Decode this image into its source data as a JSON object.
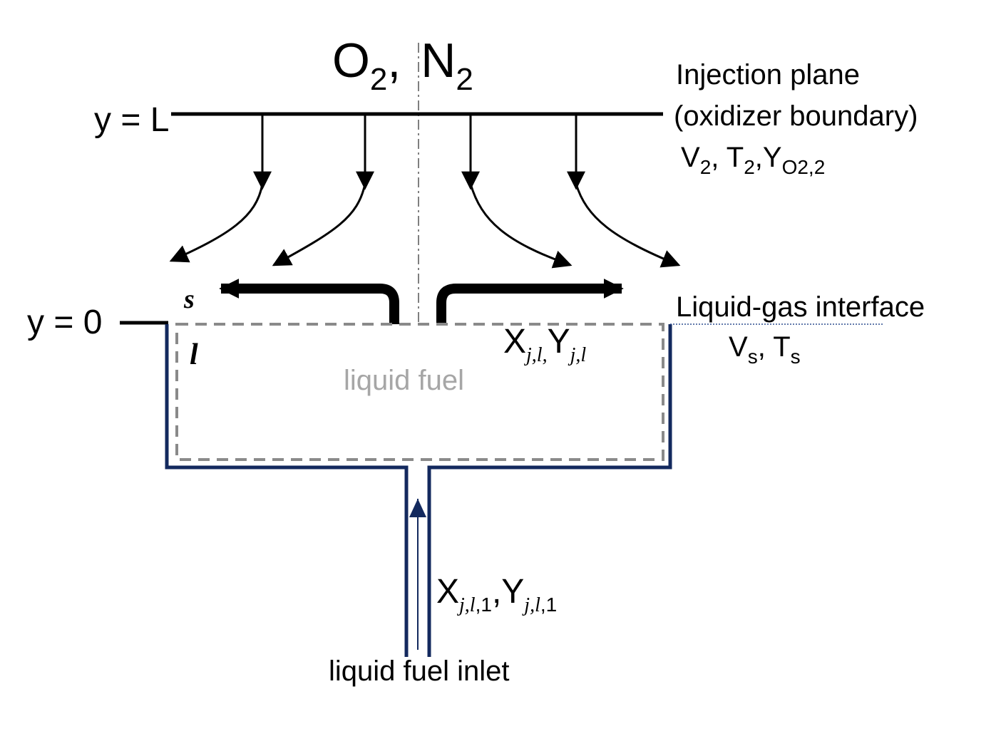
{
  "species": {
    "o": "O",
    "o_sub": "2",
    "sep": ",",
    "n": "N",
    "n_sub": "2"
  },
  "labels": {
    "y_top": "y = L",
    "y_bottom": "y = 0",
    "gas_side": "s",
    "liquid_side": "l",
    "liquid_fuel": "liquid fuel",
    "inlet": "liquid fuel inlet"
  },
  "injection": {
    "line1": "Injection plane",
    "line2": "(oxidizer boundary)",
    "v": "V",
    "v_sub": "2",
    "t": ", T",
    "t_sub": "2",
    "y": ",Y",
    "y_sub": "O2,2"
  },
  "interface": {
    "title": "Liquid-gas interface",
    "v": "V",
    "v_sub": "s",
    "t": ", T",
    "t_sub": "s"
  },
  "surface_comp": {
    "x": "X",
    "x_sub": "j,l,",
    "y": "Y",
    "y_sub": "j,l"
  },
  "inlet_comp": {
    "x": "X",
    "x_sub_it": "j,l",
    "x_sub": ",1",
    "sep": ",",
    "y": "Y",
    "y_sub_it": "j,l",
    "y_sub": ",1"
  },
  "colors": {
    "line": "#000000",
    "vessel": "#13295e",
    "dashed": "#8a8a8a",
    "liquid_label": "#a6a6a6",
    "centerline": "#7f7f7f",
    "interface_dots": "#2f4f8f"
  }
}
